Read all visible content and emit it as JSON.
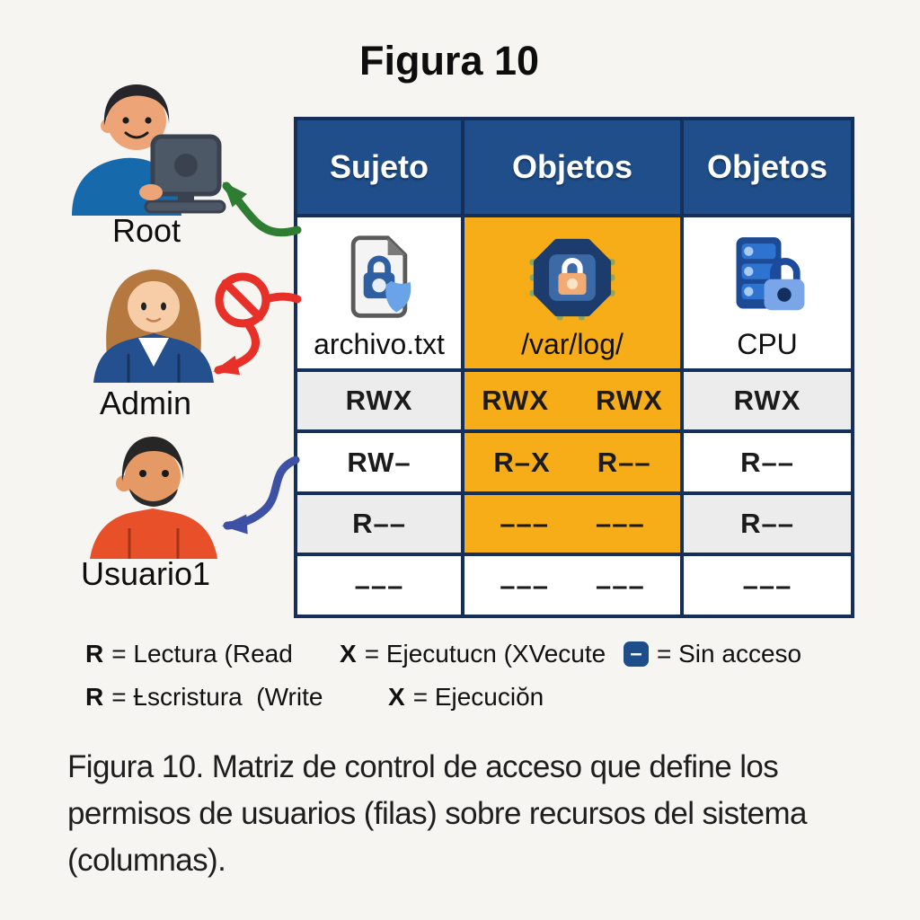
{
  "figure": {
    "title": "Figura 10"
  },
  "subjects": [
    {
      "label": "Root",
      "icon": "man-laptop-avatar",
      "arrow": "green-curved-arrow"
    },
    {
      "label": "Admin",
      "icon": "woman-avatar",
      "arrow": "red-curved-arrow",
      "blocked_symbol": "no-entry-sign"
    },
    {
      "label": "Usuario1",
      "icon": "man-mustache-avatar",
      "arrow": "blue-curved-arrow"
    }
  ],
  "matrix": {
    "headers": [
      "Sujeto",
      "Objetos",
      "Objetos"
    ],
    "resources": [
      {
        "label": "archivo.txt",
        "icon": "file-lock-shield-icon"
      },
      {
        "label": "/var/log/",
        "icon": "chip-lock-icon",
        "highlighted": true
      },
      {
        "label": "CPU",
        "icon": "server-lock-icon"
      }
    ],
    "rows": [
      {
        "cells": [
          [
            "RWX"
          ],
          [
            "RWX",
            "RWX"
          ],
          [
            "RWX"
          ]
        ]
      },
      {
        "cells": [
          [
            "RW–"
          ],
          [
            "R–X",
            "R––"
          ],
          [
            "R––"
          ]
        ]
      },
      {
        "cells": [
          [
            "R––"
          ],
          [
            "–––",
            "–––"
          ],
          [
            "R––"
          ]
        ]
      },
      {
        "cells": [
          [
            "–––"
          ],
          [
            "–––",
            "–––"
          ],
          [
            "–––"
          ]
        ]
      }
    ]
  },
  "legend": {
    "line1": [
      {
        "key": "R",
        "text": "= Lectura (Read"
      },
      {
        "key": "X",
        "text": "= Ejecutucn (XVecute"
      },
      {
        "symbol": "no-access-box",
        "symbol_glyph": "–",
        "text": "= Sin acceso"
      }
    ],
    "line2": [
      {
        "key": "R",
        "text": "= Ƚscristura  (Write"
      },
      {
        "key": "X",
        "text": "= Ejecuciŏn"
      }
    ]
  },
  "caption_lines": [
    "Figura 10. Matriz de control de acceso que define los",
    "permisos de usuarios (filas) sobre recursos del sistema",
    "(columnas)."
  ],
  "colors": {
    "header_blue": "#1f4e8a",
    "border_navy": "#14305a",
    "highlight_orange": "#f7ad17",
    "row_gray": "#ececec",
    "background": "#f7f5f2",
    "arrow_green": "#2e7d32",
    "arrow_red": "#e73128",
    "arrow_blue": "#3f51a5",
    "no_access_blue": "#1d4e89"
  }
}
